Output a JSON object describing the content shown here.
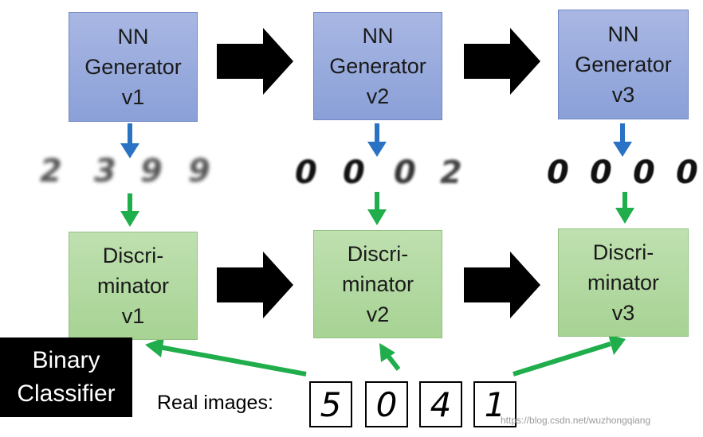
{
  "generators": [
    {
      "line1": "NN",
      "line2": "Generator",
      "line3": "v1"
    },
    {
      "line1": "NN",
      "line2": "Generator",
      "line3": "v2"
    },
    {
      "line1": "NN",
      "line2": "Generator",
      "line3": "v3"
    }
  ],
  "discriminators": [
    {
      "line1": "Discri-",
      "line2": "minator",
      "line3": "v1"
    },
    {
      "line1": "Discri-",
      "line2": "minator",
      "line3": "v2"
    },
    {
      "line1": "Discri-",
      "line2": "minator",
      "line3": "v3"
    }
  ],
  "generated_digits": [
    [
      "2",
      "3",
      "9",
      "9"
    ],
    [
      "0",
      "0",
      "0",
      "2"
    ],
    [
      "0",
      "0",
      "0",
      "0"
    ]
  ],
  "binary_classifier": {
    "line1": "Binary",
    "line2": "Classifier"
  },
  "real_images": {
    "label": "Real images:",
    "digits": [
      "5",
      "0",
      "4",
      "1"
    ]
  },
  "watermark": "https://blog.csdn.net/wuzhongqiang",
  "colors": {
    "generator_fill": "#97aadd",
    "discriminator_fill": "#b3d9a2",
    "blue_arrow": "#2a72c4",
    "green_arrow": "#1fae4b",
    "black_arrow": "#000000"
  }
}
